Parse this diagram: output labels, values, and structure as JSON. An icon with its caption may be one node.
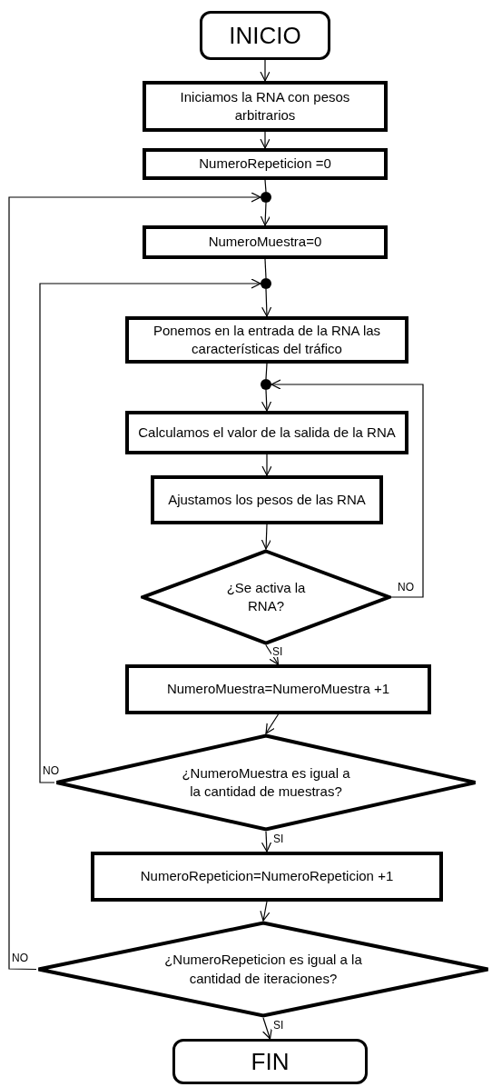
{
  "diagram": {
    "nodes": [
      {
        "text": [
          "INICIO"
        ]
      },
      {
        "text": [
          "Iniciamos la RNA con pesos arbitrarios"
        ]
      },
      {
        "text": [
          "NumeroRepeticion =0"
        ]
      },
      {
        "text": [],
        "shape": "circle"
      },
      {
        "text": [
          "NumeroMuestra=0"
        ]
      },
      {
        "text": [],
        "shape": "circle"
      },
      {
        "text": [
          "Ponemos en la entrada de la RNA las características del tráfico"
        ]
      },
      {
        "text": [],
        "shape": "circle"
      },
      {
        "text": [
          "Calculamos el valor de la salida de la RNA"
        ]
      },
      {
        "text": [
          "Ajustamos los pesos de las RNA"
        ]
      },
      {
        "text": [
          "¿Se activa la RNA?"
        ]
      },
      {
        "text": [
          "NumeroMuestra=NumeroMuestra +1"
        ]
      },
      {
        "text": [
          "¿NumeroMuestra es igual a la cantidad de muestras?"
        ]
      },
      {
        "text": [
          "NumeroRepeticion=NumeroRepeticion +1"
        ]
      },
      {
        "text": [
          "¿NumeroRepeticion es igual a la cantidad de iteraciones?"
        ]
      },
      {
        "text": [
          "FIN"
        ]
      }
    ],
    "edges": [
      {
        "from": 0,
        "to": 1,
        "arrow": "to"
      },
      {
        "from": 1,
        "to": 2,
        "arrow": "to"
      },
      {
        "from": 2,
        "to": 3,
        "arrow": "none"
      },
      {
        "from": 3,
        "to": 4,
        "arrow": "to"
      },
      {
        "from": 4,
        "to": 5,
        "arrow": "none"
      },
      {
        "from": 5,
        "to": 6,
        "arrow": "to"
      },
      {
        "from": 6,
        "to": 7,
        "arrow": "none"
      },
      {
        "from": 7,
        "to": 8,
        "arrow": "to"
      },
      {
        "from": 8,
        "to": 9,
        "arrow": "to"
      },
      {
        "from": 9,
        "to": 10,
        "arrow": "to"
      },
      {
        "from": 10,
        "to": 7,
        "arrow": "to",
        "label": "NO"
      },
      {
        "from": 10,
        "to": 11,
        "arrow": "to",
        "label": "SI"
      },
      {
        "from": 11,
        "to": 12,
        "arrow": "to"
      },
      {
        "from": 12,
        "to": 5,
        "arrow": "to",
        "label": "NO"
      },
      {
        "from": 12,
        "to": 13,
        "arrow": "to",
        "label": "SI"
      },
      {
        "from": 13,
        "to": 14,
        "arrow": "to"
      },
      {
        "from": 14,
        "to": 3,
        "arrow": "to",
        "label": "NO"
      },
      {
        "from": 14,
        "to": 15,
        "arrow": "to",
        "label": "SI"
      }
    ]
  }
}
